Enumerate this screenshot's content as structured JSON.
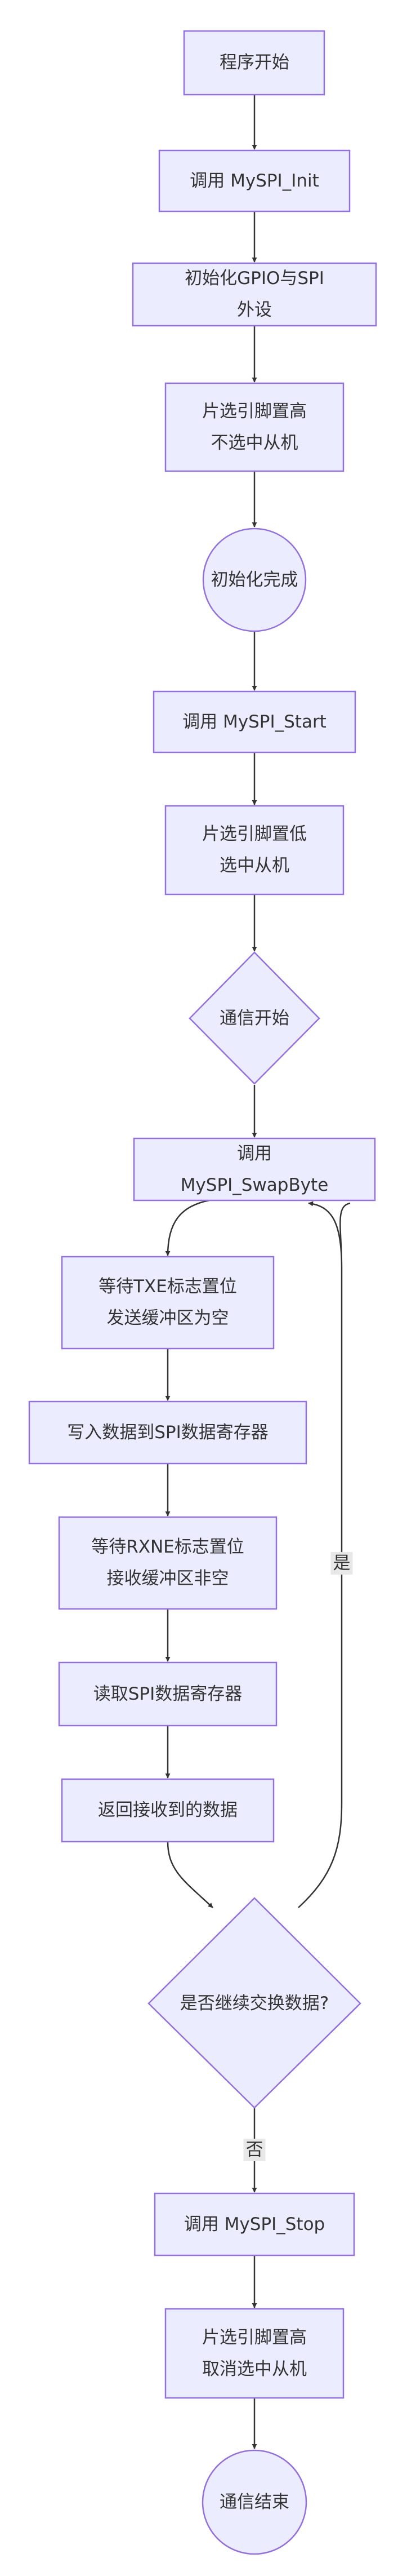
{
  "diagram": {
    "style": {
      "fill": "#ececff",
      "stroke": "#9370db",
      "text": "#333333",
      "line": "#333333",
      "edge_label_bg": "#e8e8e8"
    },
    "nodes": {
      "start": "程序开始",
      "call_init": "调用 MySPI_Init",
      "init_gpio": "初始化GPIO与SPI外设",
      "cs_high": "片选引脚置高\n不选中从机",
      "init_done": "初始化完成",
      "call_start": "调用 MySPI_Start",
      "cs_low": "片选引脚置低\n选中从机",
      "comm_start": "通信开始",
      "call_swap": "调用 MySPI_SwapByte",
      "wait_txe": "等待TXE标志置位\n发送缓冲区为空",
      "write_dr": "写入数据到SPI数据寄存器",
      "wait_rxne": "等待RXNE标志置位\n接收缓冲区非空",
      "read_dr": "读取SPI数据寄存器",
      "return_data": "返回接收到的数据",
      "continue_q": "是否继续交换数据?",
      "call_stop": "调用 MySPI_Stop",
      "cs_high_cancel": "片选引脚置高\n取消选中从机",
      "comm_end": "通信结束"
    },
    "edge_labels": {
      "yes": "是",
      "no": "否"
    }
  }
}
